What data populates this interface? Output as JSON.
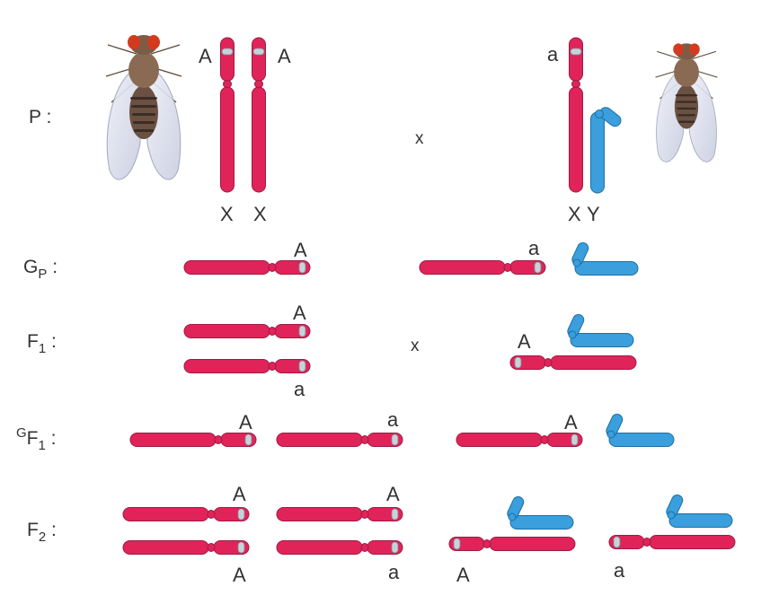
{
  "colors": {
    "x_chromosome": "#e0245a",
    "x_outline": "#9e1a42",
    "y_chromosome": "#3a9fdc",
    "y_outline": "#1e6ea5",
    "centromere_band": "#c8d2d8"
  },
  "icons": [
    "fruit-fly-female",
    "fruit-fly-male"
  ],
  "rows": {
    "p": {
      "label": "P :",
      "cross": "x",
      "female_allele_1": "A",
      "female_allele_2": "A",
      "female_chr_1": "X",
      "female_chr_2": "X",
      "male_allele": "a",
      "male_chr_x": "X",
      "male_chr_y": "Y"
    },
    "gp": {
      "label_main": "G",
      "label_sub": "P",
      "label_suffix": " :",
      "gamete_1_allele": "A",
      "gamete_2_allele": "a"
    },
    "f1": {
      "label_main": "F",
      "label_sub": "1",
      "label_suffix": " :",
      "cross": "x",
      "female_allele_top": "A",
      "female_allele_bottom": "a",
      "male_allele": "A"
    },
    "gf1": {
      "label_sup": "G",
      "label_main": "F",
      "label_sub": "1",
      "label_suffix": " :",
      "gamete_1_allele": "A",
      "gamete_2_allele": "a",
      "gamete_3_allele": "A"
    },
    "f2": {
      "label_main": "F",
      "label_sub": "2",
      "label_suffix": " :",
      "g1_top": "A",
      "g1_bottom": "A",
      "g2_top": "A",
      "g2_bottom": "a",
      "g3_bottom": "A",
      "g4_bottom": "a"
    }
  }
}
